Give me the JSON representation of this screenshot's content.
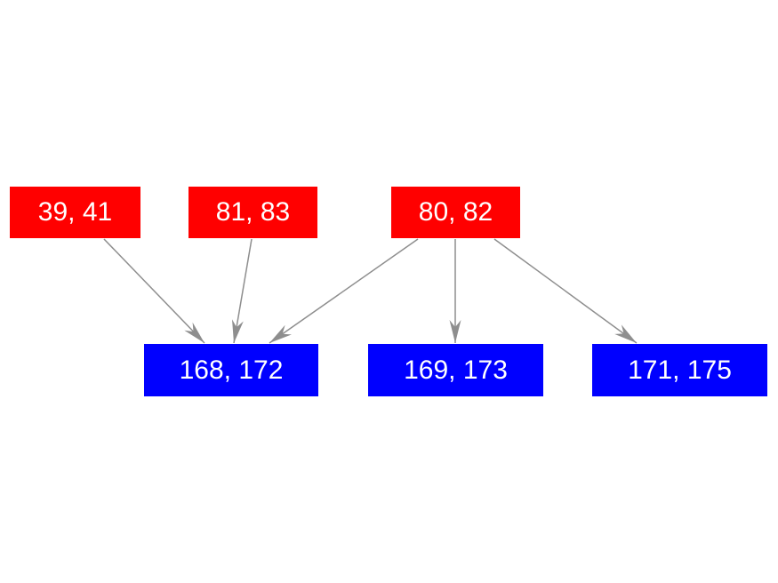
{
  "diagram": {
    "colors": {
      "parent_fill": "#ff0000",
      "child_fill": "#0000ff",
      "label_text": "#ffffff",
      "edge": "#8e8e8e",
      "background": "#ffffff"
    },
    "parents": [
      {
        "id": "39-41",
        "label": "39, 41"
      },
      {
        "id": "81-83",
        "label": "81, 83"
      },
      {
        "id": "80-82",
        "label": "80, 82"
      }
    ],
    "children": [
      {
        "id": "168-172",
        "label": "168, 172"
      },
      {
        "id": "169-173",
        "label": "169, 173"
      },
      {
        "id": "171-175",
        "label": "171, 175"
      }
    ],
    "edges": [
      {
        "from": "39, 41",
        "to": "168, 172"
      },
      {
        "from": "81, 83",
        "to": "168, 172"
      },
      {
        "from": "80, 82",
        "to": "168, 172"
      },
      {
        "from": "80, 82",
        "to": "169, 173"
      },
      {
        "from": "80, 82",
        "to": "171, 175"
      }
    ]
  }
}
